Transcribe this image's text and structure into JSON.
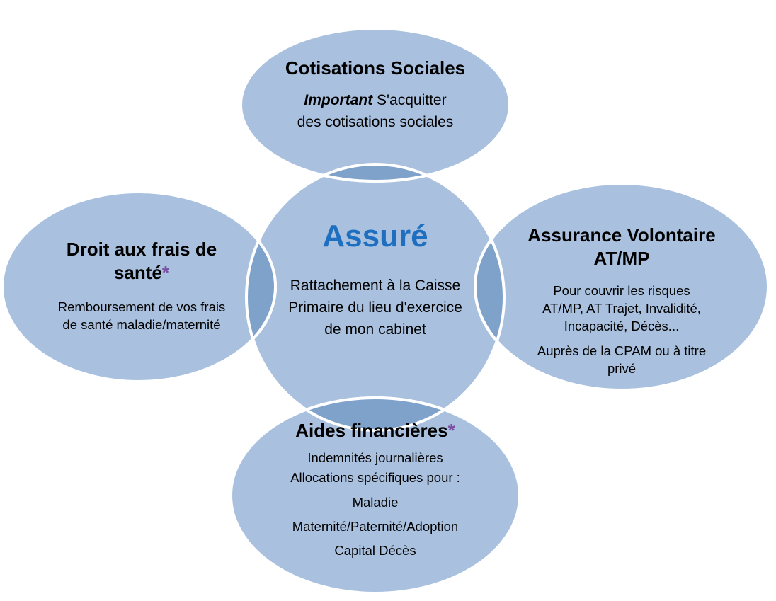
{
  "colors": {
    "circle_fill": "#a9c1df",
    "overlap_fill": "#7fa2cb",
    "stroke": "#ffffff",
    "accent": "#1f6fc1",
    "asterisk": "#7a4fa3"
  },
  "center": {
    "title": "Assuré",
    "text": "Rattachement à la Caisse Primaire du lieu d'exercice de mon cabinet"
  },
  "top": {
    "title": "Cotisations Sociales",
    "emphasis": "Important",
    "text_line1": " S'acquitter",
    "text_line2": "des cotisations sociales"
  },
  "left": {
    "title_line1": "Droit aux  frais de",
    "title_line2": "santé",
    "asterisk": "*",
    "text_line1": "Remboursement de vos frais",
    "text_line2": "de santé maladie/maternité"
  },
  "right": {
    "title_line1": "Assurance Volontaire",
    "title_line2": "AT/MP",
    "text_line1": "Pour couvrir les risques",
    "text_line2": "AT/MP, AT Trajet, Invalidité,",
    "text_line3": "Incapacité, Décès...",
    "text_line4": "Auprès de la CPAM ou à titre",
    "text_line5": "privé"
  },
  "bottom": {
    "title": "Aides financières",
    "asterisk": "*",
    "items": [
      "Indemnités journalières",
      "Allocations spécifiques pour :",
      "Maladie",
      "Maternité/Paternité/Adoption",
      "Capital Décès"
    ]
  }
}
